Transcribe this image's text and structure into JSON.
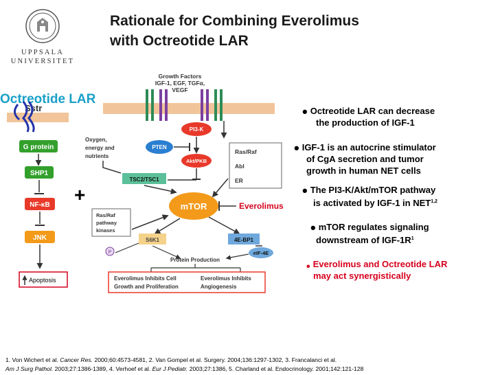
{
  "header": {
    "title_line1": "Rationale for Combining Everolimus",
    "title_line2": "with Octreotide LAR",
    "logo_line1": "UPPSALA",
    "logo_line2": "UNIVERSITET"
  },
  "diagram": {
    "octreotide_label": "Octreotide LAR",
    "sstr": "Sstr",
    "g_protein": "G protein",
    "shp1": "SHP1",
    "nfkb": "NF-κB",
    "jnk": "JNK",
    "apoptosis": "Apoptosis",
    "plus": "+",
    "growth_factors_1": "Growth Factors",
    "growth_factors_2": "IGF-1, EGF, TGFα,",
    "growth_factors_3": "VEGF",
    "oxygen_1": "Oxygen,",
    "oxygen_2": "energy and",
    "oxygen_3": "nutrients",
    "pi3k": "PI3-K",
    "pten": "PTEN",
    "akt": "Akt/PKB",
    "tsc": "TSC2/TSC1",
    "rasraf": "Ras/Raf",
    "abl": "Abl",
    "er": "ER",
    "mtor": "mTOR",
    "everolimus": "Everolimus",
    "pathway_1": "Ras/Raf",
    "pathway_2": "pathway",
    "pathway_3": "kinases",
    "s6k1": "S6K1",
    "bp1": "4E-BP1",
    "elf4e": "eIF-4E",
    "p": "P",
    "protein_production": "Protein Production",
    "inhibits_growth_1": "Everolimus Inhibits Cell",
    "inhibits_growth_2": "Growth and Proliferation",
    "inhibits_angio_1": "Everolimus Inhibits",
    "inhibits_angio_2": "Angiogenesis"
  },
  "bullets": {
    "b1_line1": "Octreotide LAR can decrease",
    "b1_line2": "the production of IGF-1",
    "b2_line1": "IGF-1 is an autocrine stimulator",
    "b2_line2": "of CgA secretion and tumor",
    "b2_line3": "growth in human NET cells",
    "b3_line1": "The PI3-K/Akt/mTOR pathway",
    "b3_line2": "is activated by IGF-1 in NET",
    "b3_sup": "1,2",
    "b4_line1": "mTOR regulates signaling",
    "b4_line2": "downstream of IGF-1R",
    "b4_sup": "1",
    "b5_line1": "Everolimus and Octreotide LAR",
    "b5_line2": "may act synergistically"
  },
  "references": {
    "r1_a": "1. Von Wichert et al. ",
    "r1_b": "Cancer Res.",
    "r1_c": " 2000;60:4573-4581, 2. Van Gompel et al. Surgery. 2004;136:1297-1302, 3. Francalanci et al.",
    "r2_a": "Am J Surg Pathol.",
    "r2_b": " 2003;27:1386-1389, 4. Verhoef et al. ",
    "r2_c": "Eur J Pediatr.",
    "r2_d": " 2003;27:1386, 5. Charland et al. Endocrinology. 2001;142:121-128"
  },
  "colors": {
    "red": "#d6001c",
    "teal": "#1aa0c8",
    "green_box": "#33a02c",
    "red_box": "#e8392a",
    "orange_box": "#f39a1a"
  }
}
